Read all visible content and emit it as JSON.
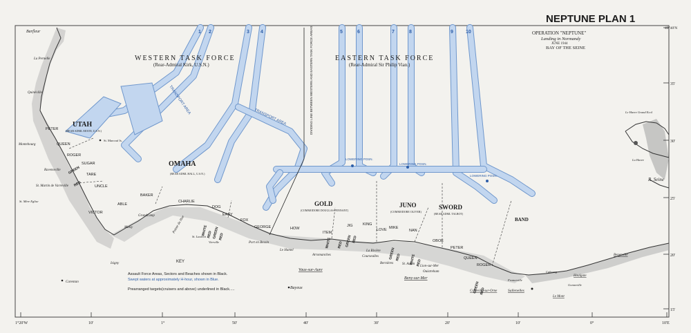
{
  "header": {
    "plan_title": "NEPTUNE PLAN 1",
    "operation": "OPERATION \"NEPTUNE\"",
    "subtitle": "Landing in Normandy",
    "date": "JUNE 1944",
    "area": "BAY OF THE SEINE"
  },
  "task_forces": {
    "western_title": "WESTERN TASK FORCE",
    "western_commander": "(Rear-Admiral Kirk, U.S.N.)",
    "eastern_title": "EASTERN TASK FORCE",
    "eastern_commander": "(Rear-Admiral Sir Philip Vian.)",
    "dividing_line": "DIVIDING LINE BETWEEN WESTERN AND EASTERN TASK FORCE AREAS",
    "transport_area": "TRANSPORT AREA",
    "transport_area_2": "TRANSPORT AREA",
    "lowering_posn": "LOWERING POSN."
  },
  "channel_numbers": [
    "1",
    "2",
    "3",
    "4",
    "5",
    "6",
    "7",
    "8",
    "9",
    "10"
  ],
  "assault_forces": {
    "utah": "UTAH",
    "utah_cmdr": "(REAR ADML MOON, U.S.N.)",
    "omaha": "OMAHA",
    "omaha_cmdr": "(REAR ADML HALL, U.S.N.)",
    "gold": "GOLD",
    "gold_cmdr": "(COMMODORE DOUGLAS-PENNANT)",
    "juno": "JUNO",
    "juno_cmdr": "(COMMODORE OLIVER)",
    "sword": "SWORD",
    "sword_cmdr": "(REAR ADML TALBOT)",
    "band": "BAND"
  },
  "sectors": [
    "PETER",
    "QUEEN",
    "ROGER",
    "SUGAR",
    "TARE",
    "UNCLE",
    "VICTOR",
    "ABLE",
    "BAKER",
    "CHARLIE",
    "DOG",
    "EASY",
    "FOX",
    "GEORGE",
    "HOW",
    "ITEM",
    "JIG",
    "KING",
    "LOVE",
    "MIKE",
    "NAN",
    "OBOE",
    "PETER",
    "QUEEN",
    "ROGER"
  ],
  "beach_colours": [
    "GREEN",
    "RED",
    "WHITE",
    "RED",
    "GREEN",
    "RED",
    "WHITE",
    "RED",
    "GREEN",
    "RED",
    "GREEN",
    "RED",
    "WHITE",
    "RED",
    "GREEN",
    "RED"
  ],
  "places": {
    "barfleur": "Barfleur",
    "la_pernelle": "La Pernelle",
    "quinéville": "Quinéville",
    "montebourg": "Montebourg",
    "ravenoville": "Ravenoville",
    "st_martin": "St. Martin de Varreville",
    "st_mere_eglise": "St. Mère Eglise",
    "st_marcouf": "St. Marcouf Is.",
    "st_laurent": "St. Laurent",
    "vierville": "Vierville",
    "grandcamp": "Grandcamp",
    "maisy": "Maisy",
    "pointe_du_hoe": "Pointe du Hoe",
    "isigny": "Isigny",
    "carentan": "Carentan",
    "port_en_bessin": "Port en Bessin",
    "le_hamel": "Le Hamel",
    "arromanches": "Arromanches",
    "la_riviere": "La Rivière",
    "courseulles": "Courseulles",
    "bernieres": "Bernières",
    "st_aubin": "St. Aubin",
    "lion_sur_mer": "Lion-sur-Mer",
    "ouistreham": "Ouistreham",
    "vaux_sur_aure": "Vaux-sur-Aure",
    "bayeux": "Bayeux",
    "beny_sur_mer": "Beny-sur-Mer",
    "colleville": "Colleville-sur-Orne",
    "sallenelles": "Sallenelles",
    "franceville": "Franceville",
    "cabourg": "Cabourg",
    "houlgate": "Houlgate",
    "gonneville": "Gonneville",
    "le_mont": "Le Mont",
    "benerville": "Benerville",
    "le_havre": "Le Havre Grand Ecol",
    "la_havre": "La Havre",
    "r_seine": "R. Seine",
    "key": "KEY"
  },
  "legend": {
    "line1": "Assault Force Areas, Sectors and Beaches shown in Black.",
    "line2": "Swept waters at approximately H-hour, shown in Blue.",
    "line3": "Prearranged targets(cruisers and above) underlined in Black....."
  },
  "longitude_labels": [
    "1°20'W",
    "10'",
    "1°",
    "50'",
    "40'",
    "30'",
    "20'",
    "10'",
    "0°",
    "10'E"
  ],
  "latitude_labels": [
    "49°40'N",
    "35'",
    "30'",
    "25'",
    "20'",
    "15'"
  ],
  "colors": {
    "sea_lanes": "#c2d6ef",
    "lane_edge": "#6f97cc",
    "land_shading": "#b9b9b9",
    "legend_blue": "#2d5ea8",
    "paper": "#f3f2ee"
  }
}
